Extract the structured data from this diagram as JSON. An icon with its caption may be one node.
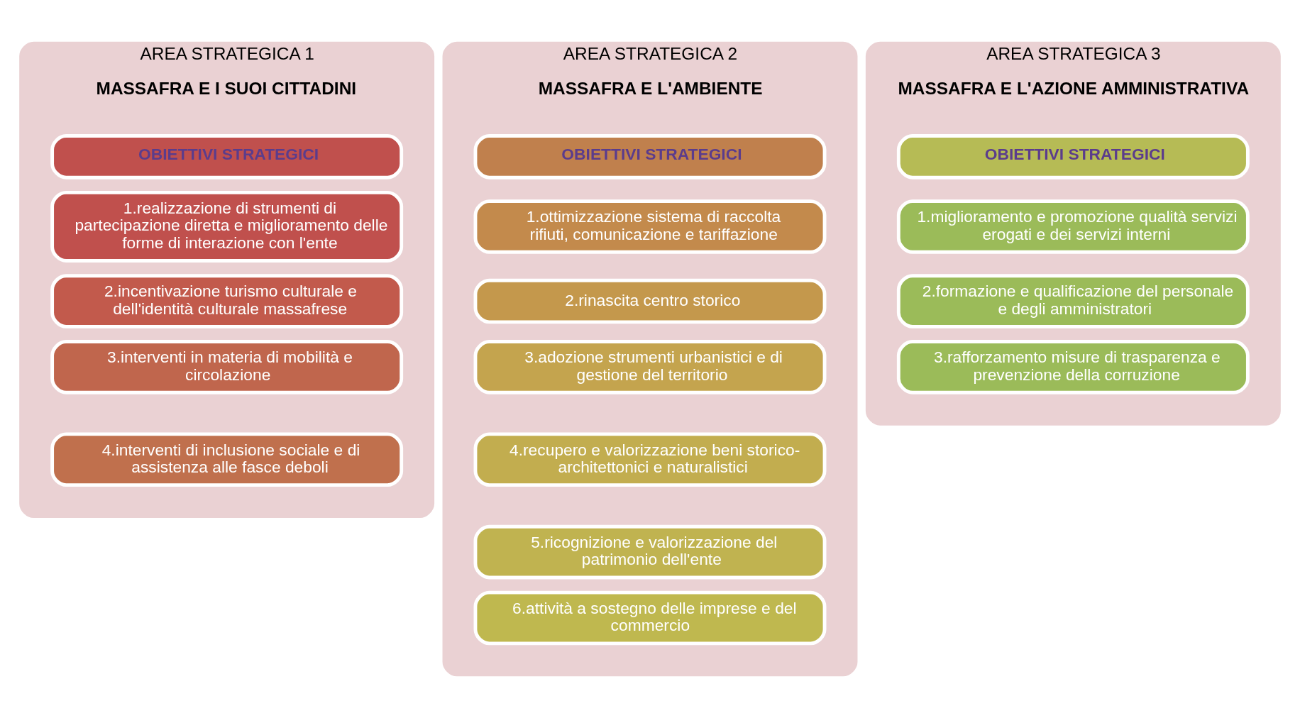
{
  "diagram": {
    "nodes": [
      {
        "text": [
          "AREA STRATEGICA 1",
          "MASSAFRA E I SUOI CITTADINI"
        ]
      },
      {
        "text": [
          "OBIETTIVI STRATEGICI"
        ],
        "in": 0
      },
      {
        "text": [
          "1.realizzazione di strumenti di partecipazione diretta e miglioramento delle forme di interazione con l'ente"
        ],
        "in": 0
      },
      {
        "text": [
          "2.incentivazione turismo culturale e dell'identità culturale massafrese"
        ],
        "in": 0
      },
      {
        "text": [
          "3.interventi in materia di mobilità e circolazione"
        ],
        "in": 0
      },
      {
        "text": [
          "4.interventi di inclusione sociale e di assistenza alle fasce deboli"
        ],
        "in": 0
      },
      {
        "text": [
          "AREA STRATEGICA 2",
          "MASSAFRA E L'AMBIENTE"
        ]
      },
      {
        "text": [
          "OBIETTIVI STRATEGICI"
        ],
        "in": 6
      },
      {
        "text": [
          "1.ottimizzazione sistema di raccolta rifiuti, comunicazione e tariffazione"
        ],
        "in": 6
      },
      {
        "text": [
          "2.rinascita centro storico"
        ],
        "in": 6
      },
      {
        "text": [
          "3.adozione strumenti urbanistici e di gestione del territorio"
        ],
        "in": 6
      },
      {
        "text": [
          "4.recupero e valorizzazione beni storico-architettonici e naturalistici"
        ],
        "in": 6
      },
      {
        "text": [
          "5.ricognizione e valorizzazione del patrimonio dell'ente"
        ],
        "in": 6
      },
      {
        "text": [
          "6.attività a sostegno delle imprese e del commercio"
        ],
        "in": 6
      },
      {
        "text": [
          "AREA STRATEGICA 3",
          "MASSAFRA E L'AZIONE AMMINISTRATIVA"
        ]
      },
      {
        "text": [
          "OBIETTIVI STRATEGICI"
        ],
        "in": 14
      },
      {
        "text": [
          "1.miglioramento e promozione qualità servizi erogati e dei servizi interni"
        ],
        "in": 14
      },
      {
        "text": [
          "2.formazione e qualificazione del personale e degli amministratori"
        ],
        "in": 14
      },
      {
        "text": [
          "3.rafforzamento misure di trasparenza e prevenzione della corruzione"
        ],
        "in": 14
      }
    ],
    "edges": []
  }
}
